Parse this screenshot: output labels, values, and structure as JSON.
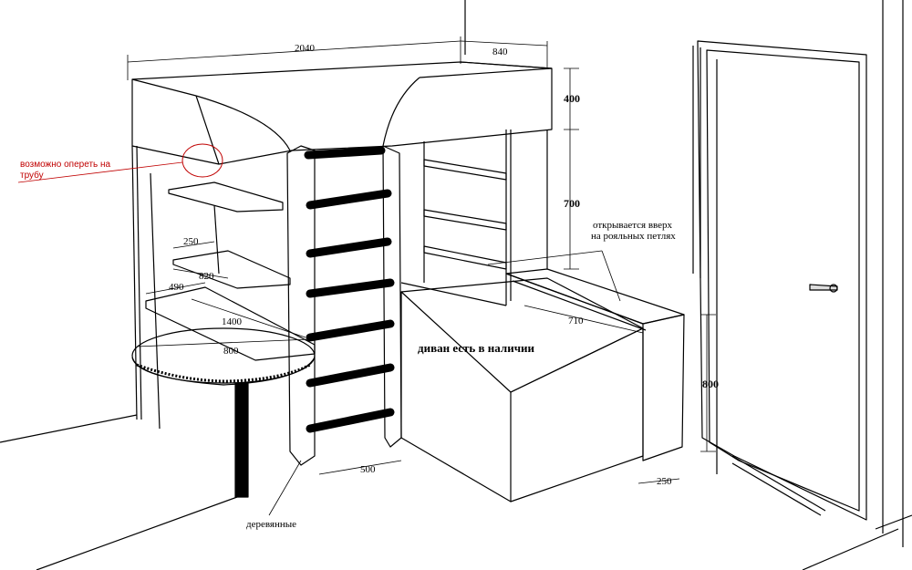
{
  "dimensions": {
    "bed_length": "2040",
    "bed_width": "840",
    "top_height": "400",
    "cabinet_height": "700",
    "shelf_depth": "250",
    "shelf_length": "820",
    "desk_depth": "490",
    "desk_length": "1400",
    "table_diameter": "800",
    "ladder_width": "500",
    "chest_length": "710",
    "chest_height": "800",
    "chest_depth": "250"
  },
  "notes": {
    "pipe_note_line1": "возможно опереть на",
    "pipe_note_line2": "трубу",
    "lid_note_line1": "открывается вверх",
    "lid_note_line2": "на рояльных петлях",
    "sofa_note": "диван есть в наличии",
    "wooden_note": "деревянные"
  },
  "colors": {
    "line": "#000000",
    "accent": "#c00000",
    "background": "#ffffff"
  }
}
